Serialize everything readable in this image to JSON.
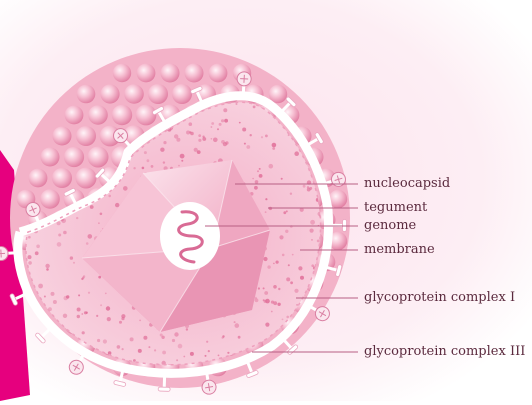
{
  "diagram": {
    "labels": {
      "nucleocapsid": "nucleocapsid",
      "tegument": "tegument",
      "genome": "genome",
      "membrane": "membrane",
      "glycoprotein_1": "glycoprotein complex I",
      "glycoprotein_3": "glycoprotein complex III"
    },
    "colors": {
      "background_glow": "#fde3ee",
      "accent_bar": "#e6007e",
      "sphere_light": "#fbe0ea",
      "sphere_mid": "#f4b3c9",
      "sphere_dark": "#e886a8",
      "membrane_white": "#ffffff",
      "inner_cavity": "#f7bfd3",
      "capsid_face": "#f9cfde",
      "dots": "#e06c97",
      "leader_line": "#b85f84",
      "label_text": "#5b2a3e"
    }
  }
}
